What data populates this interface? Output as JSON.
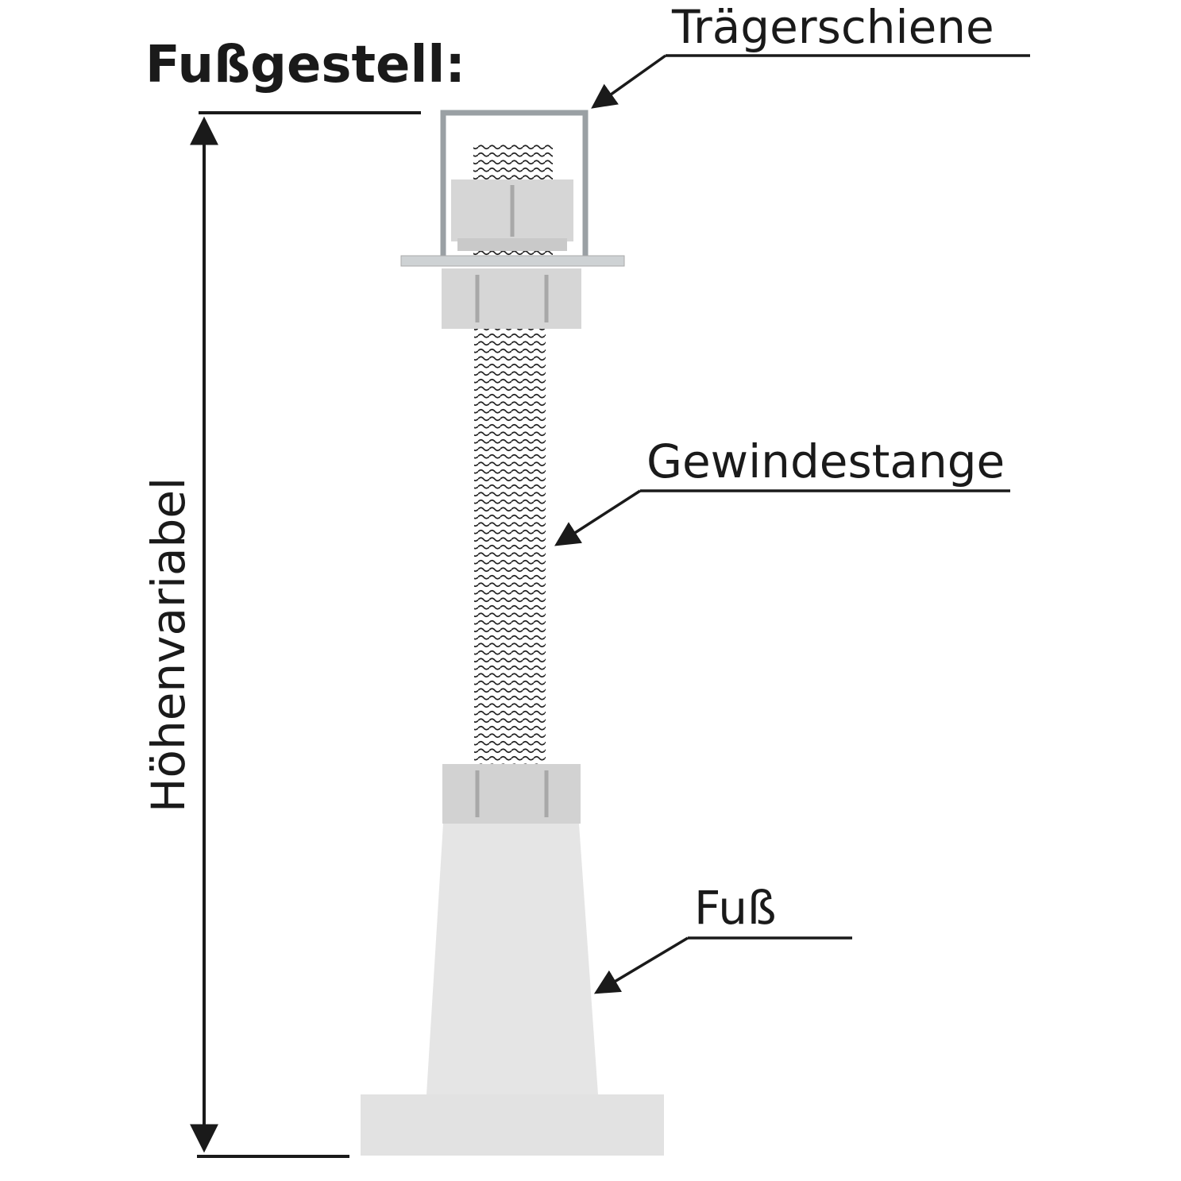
{
  "diagram": {
    "title": "Fußgestell:",
    "labels": {
      "traegerschiene": "Trägerschiene",
      "gewindestange": "Gewindestange",
      "fuss": "Fuß",
      "hoehenvariabel": "Höhenvariabel"
    },
    "colors": {
      "ink": "#1a1a1a",
      "rail_stroke": "#9aa0a4",
      "nut_fill": "#d6d6d6",
      "nut_step_fill": "#c9c9c9",
      "plate_fill": "#ced2d4",
      "foot_fill": "#e5e5e5",
      "base_fill": "#e2e2e2",
      "facet_line": "#a8a8a8",
      "thread_line": "#222222"
    }
  }
}
